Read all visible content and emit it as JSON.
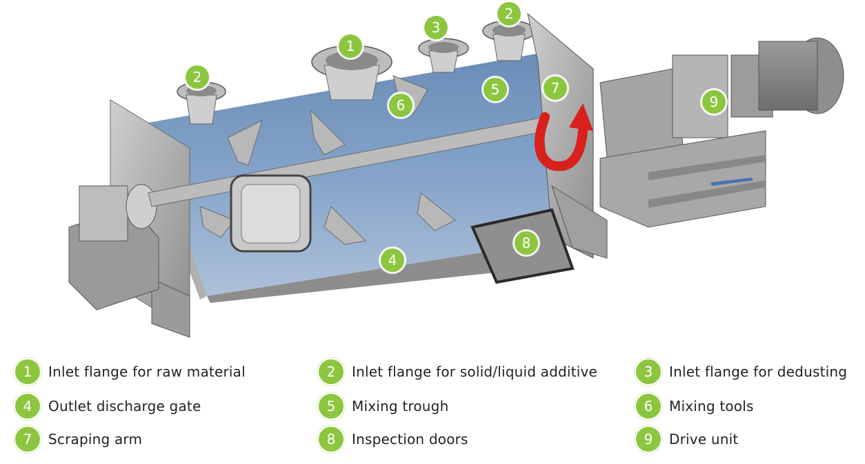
{
  "colors": {
    "badge": "#8cc63f",
    "trough": "#5b82b2",
    "steel": "#a8a8a8",
    "arrow": "#d9201c",
    "background": "#ffffff"
  },
  "callouts": [
    {
      "number": "1"
    },
    {
      "number": "2"
    },
    {
      "number": "2"
    },
    {
      "number": "3"
    },
    {
      "number": "4"
    },
    {
      "number": "5"
    },
    {
      "number": "6"
    },
    {
      "number": "7"
    },
    {
      "number": "8"
    },
    {
      "number": "9"
    }
  ],
  "legend": [
    {
      "number": "1",
      "label": "Inlet flange for raw material"
    },
    {
      "number": "2",
      "label": "Inlet flange for solid/liquid additive"
    },
    {
      "number": "3",
      "label": "Inlet flange for dedusting"
    },
    {
      "number": "4",
      "label": "Outlet discharge gate"
    },
    {
      "number": "5",
      "label": "Mixing trough"
    },
    {
      "number": "6",
      "label": "Mixing tools"
    },
    {
      "number": "7",
      "label": "Scraping arm"
    },
    {
      "number": "8",
      "label": "Inspection doors"
    },
    {
      "number": "9",
      "label": "Drive unit"
    }
  ]
}
